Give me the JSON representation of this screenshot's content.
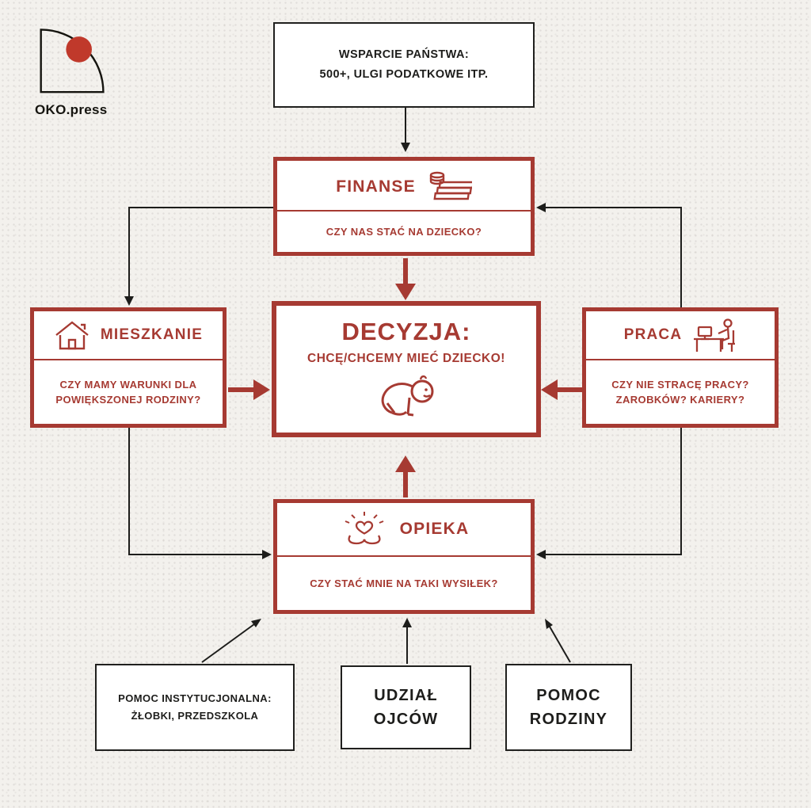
{
  "meta": {
    "brand": "OKO.press"
  },
  "colors": {
    "accent_red": "#a63a32",
    "logo_dot_red": "#c0392b",
    "ink": "#1d1d1b",
    "background": "#f3f1ed"
  },
  "boxes": {
    "wsparcie": {
      "line1": "WSPARCIE PAŃSTWA:",
      "line2": "500+, ULGI PODATKOWE ITP."
    },
    "finanse": {
      "title": "FINANSE",
      "icon": "money-stack-icon",
      "question": "CZY NAS STAĆ NA DZIECKO?"
    },
    "decyzja": {
      "title": "DECYZJA:",
      "subtitle": "CHCĘ/CHCEMY MIEĆ DZIECKO!",
      "icon": "crawling-baby-icon"
    },
    "mieszkanie": {
      "title": "MIESZKANIE",
      "icon": "house-icon",
      "question": "CZY MAMY WARUNKI DLA POWIĘKSZONEJ RODZINY?"
    },
    "praca": {
      "title": "PRACA",
      "icon": "office-worker-icon",
      "question": "CZY NIE STRACĘ PRACY? ZAROBKÓW? KARIERY?"
    },
    "opieka": {
      "title": "OPIEKA",
      "icon": "caring-hands-heart-icon",
      "question": "CZY STAĆ MNIE NA TAKI WYSIŁEK?"
    },
    "pomoc_instytucjonalna": {
      "line1": "POMOC INSTYTUCJONALNA:",
      "line2": "ŻŁOBKI, PRZEDSZKOLA"
    },
    "udzial_ojcow": {
      "line1": "UDZIAŁ",
      "line2": "OJCÓW"
    },
    "pomoc_rodziny": {
      "line1": "POMOC",
      "line2": "RODZINY"
    }
  }
}
